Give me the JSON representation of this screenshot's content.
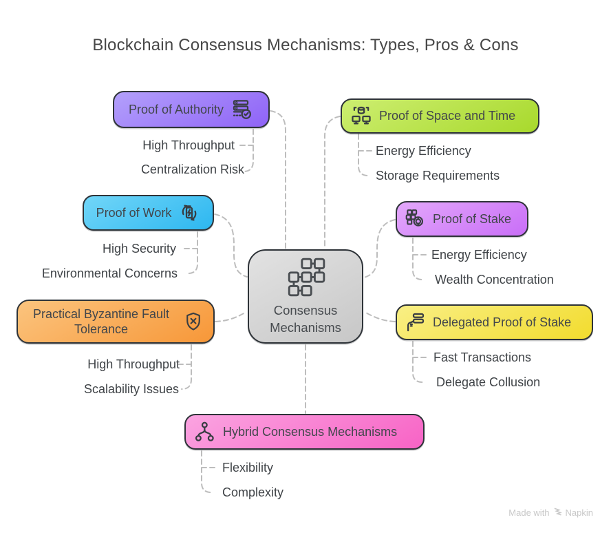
{
  "title": "Blockchain Consensus Mechanisms: Types, Pros & Cons",
  "center_node": {
    "line1": "Consensus",
    "line2": "Mechanisms",
    "icon": "linked-blocks-icon",
    "color_from": "#e2e2e2",
    "color_to": "#c7c7c7"
  },
  "nodes": [
    {
      "id": "proof-of-authority",
      "title": "Proof of Authority",
      "icon": "server-check-icon",
      "pro": "High Throughput",
      "con": "Centralization Risk",
      "color_from": "#b3a0fb",
      "color_to": "#8f63f7"
    },
    {
      "id": "proof-of-space-and-time",
      "title": "Proof of Space and Time",
      "icon": "storage-network-icon",
      "pro": "Energy Efficiency",
      "con": "Storage Requirements",
      "color_from": "#cdee71",
      "color_to": "#a8d92c"
    },
    {
      "id": "proof-of-work",
      "title": "Proof of Work",
      "icon": "battery-cycle-icon",
      "pro": "High Security",
      "con": "Environmental Concerns",
      "color_from": "#72d6f8",
      "color_to": "#2db7f0"
    },
    {
      "id": "proof-of-stake",
      "title": "Proof of Stake",
      "icon": "blocks-coin-icon",
      "pro": "Energy Efficiency",
      "con": "Wealth Concentration",
      "color_from": "#e3a8fb",
      "color_to": "#c96ef7"
    },
    {
      "id": "practical-byzantine-fault-tolerance",
      "title": "Practical Byzantine Fault Tolerance",
      "icon": "shield-x-icon",
      "pro": "High Throughput",
      "con": "Scalability Issues",
      "color_from": "#fbc47e",
      "color_to": "#f79738"
    },
    {
      "id": "delegated-proof-of-stake",
      "title": "Delegated Proof of Stake",
      "icon": "delegate-list-icon",
      "pro": "Fast Transactions",
      "con": "Delegate Collusion",
      "color_from": "#f9ef85",
      "color_to": "#f2dc2e"
    },
    {
      "id": "hybrid-consensus-mechanisms",
      "title": "Hybrid Consensus Mechanisms",
      "icon": "branch-network-icon",
      "pro": "Flexibility",
      "con": "Complexity",
      "color_from": "#fba4e1",
      "color_to": "#f763c5"
    }
  ],
  "connector_color": "#bdbdbd",
  "border_color": "#2e3338",
  "watermark": {
    "text": "Made with",
    "brand": "Napkin"
  }
}
